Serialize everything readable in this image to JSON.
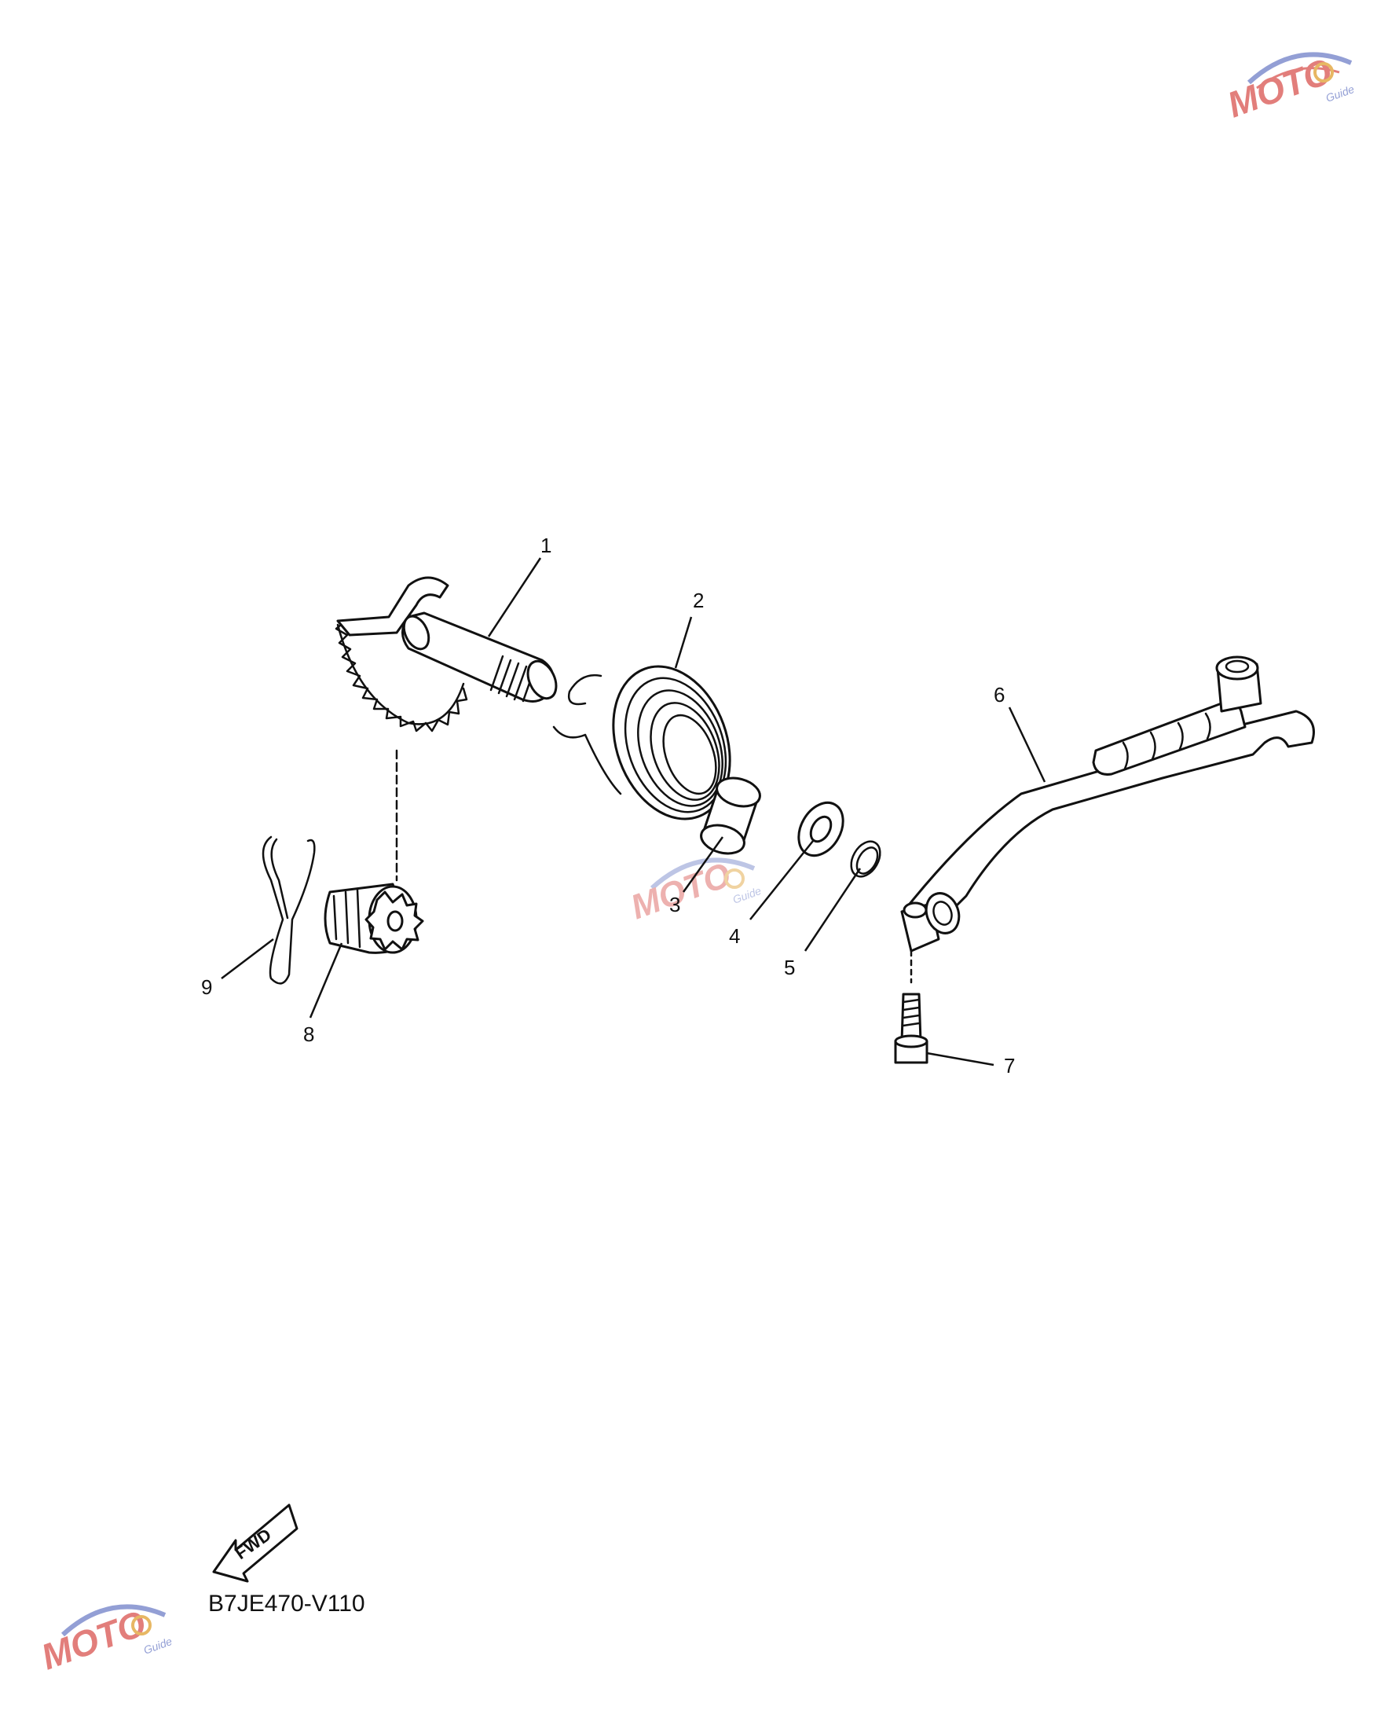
{
  "callouts": [
    {
      "id": "1"
    },
    {
      "id": "2"
    },
    {
      "id": "3"
    },
    {
      "id": "4"
    },
    {
      "id": "5"
    },
    {
      "id": "6"
    },
    {
      "id": "7"
    },
    {
      "id": "8"
    },
    {
      "id": "9"
    }
  ],
  "labels": {
    "c1": "1",
    "c2": "2",
    "c3": "3",
    "c4": "4",
    "c5": "5",
    "c6": "6",
    "c7": "7",
    "c8": "8",
    "c9": "9"
  },
  "direction_arrow": "FWD",
  "diagram_code": "B7JE470-V110",
  "watermark": {
    "brand": "MOTO",
    "sub": "Guide"
  },
  "colors": {
    "line": "#111111",
    "background": "#ffffff",
    "watermark_red": "#d9534f",
    "watermark_blue": "#6f7fc7"
  }
}
